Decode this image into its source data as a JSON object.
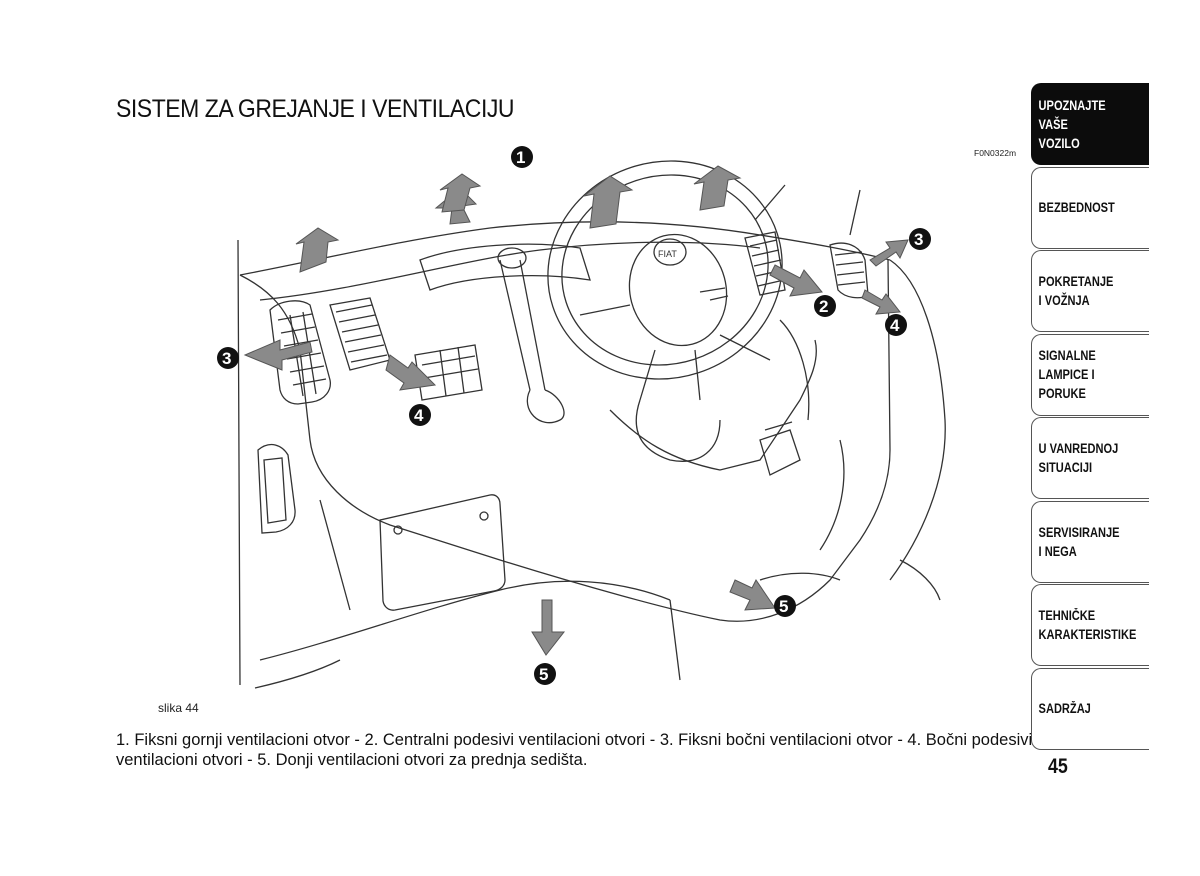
{
  "page": {
    "title": "SISTEM ZA GREJANJE I VENTILACIJU",
    "figure_code": "F0N0322m",
    "figure_caption": "slika 44",
    "legend": "1. Fiksni gornji ventilacioni otvor - 2. Centralni podesivi ventilacioni otvori - 3. Fiksni bočni ventilacioni otvor - 4. Bočni podesivi ventilacioni otvori - 5. Donji ventilacioni otvori za prednja sedišta.",
    "page_number": "45"
  },
  "figure": {
    "callouts": [
      "1",
      "2",
      "3",
      "3",
      "4",
      "4",
      "5",
      "5"
    ]
  },
  "side_nav": {
    "tabs": [
      {
        "label": "UPOZNAJTE\nVAŠE\nVOZILO",
        "active": true
      },
      {
        "label": "BEZBEDNOST",
        "active": false
      },
      {
        "label": "POKRETANJE\nI VOŽNJA",
        "active": false
      },
      {
        "label": "SIGNALNE\nLAMPICE I PORUKE",
        "active": false
      },
      {
        "label": "U VANREDNOJ\nSITUACIJI",
        "active": false
      },
      {
        "label": "SERVISIRANJE\nI NEGA",
        "active": false
      },
      {
        "label": "TEHNIČKE\nKARAKTERISTIKE",
        "active": false
      },
      {
        "label": "SADRŽAJ",
        "active": false
      }
    ]
  }
}
